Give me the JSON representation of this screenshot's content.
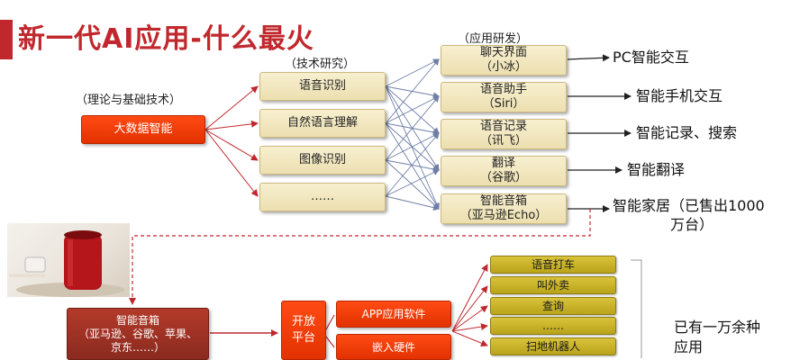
{
  "title": "新一代AI应用-什么最火",
  "captions": {
    "theory": "（理论与基础技术）",
    "tech": "（技术研究）",
    "apps": "（应用研发）"
  },
  "theory_box": "大数据智能",
  "tech_boxes": [
    "语音识别",
    "自然语言理解",
    "图像识别",
    "……"
  ],
  "app_boxes": [
    {
      "line1": "聊天界面",
      "line2": "（小冰）"
    },
    {
      "line1": "语音助手",
      "line2": "（Siri）"
    },
    {
      "line1": "语音记录",
      "line2": "（讯飞）"
    },
    {
      "line1": "翻译",
      "line2": "（谷歌）"
    },
    {
      "line1": "智能音箱",
      "line2": "（亚马逊Echo）"
    }
  ],
  "outcomes": [
    "PC智能交互",
    "智能手机交互",
    "智能记录、搜索",
    "智能翻译",
    "智能家居（已售出1000",
    "万台）"
  ],
  "speaker_box": {
    "line1": "智能音箱",
    "line2": "（亚马逊、谷歌、苹果、",
    "line3": "京东……）"
  },
  "platform_box": {
    "line1": "开放",
    "line2": "平台"
  },
  "platform_options": [
    "APP应用软件",
    "嵌入硬件"
  ],
  "services": [
    "语音打车",
    "叫外卖",
    "查询",
    "……",
    "扫地机器人"
  ],
  "services_summary": {
    "line1": "已有一万余种",
    "line2": "应用"
  },
  "colors": {
    "title_red": "#c0282d",
    "box_red": "#f03a0a",
    "box_beige": "#f1e6bf",
    "box_gold": "#c8b22a",
    "arrow_red": "#c0282d",
    "arrow_blue": "#6f7fa8"
  }
}
